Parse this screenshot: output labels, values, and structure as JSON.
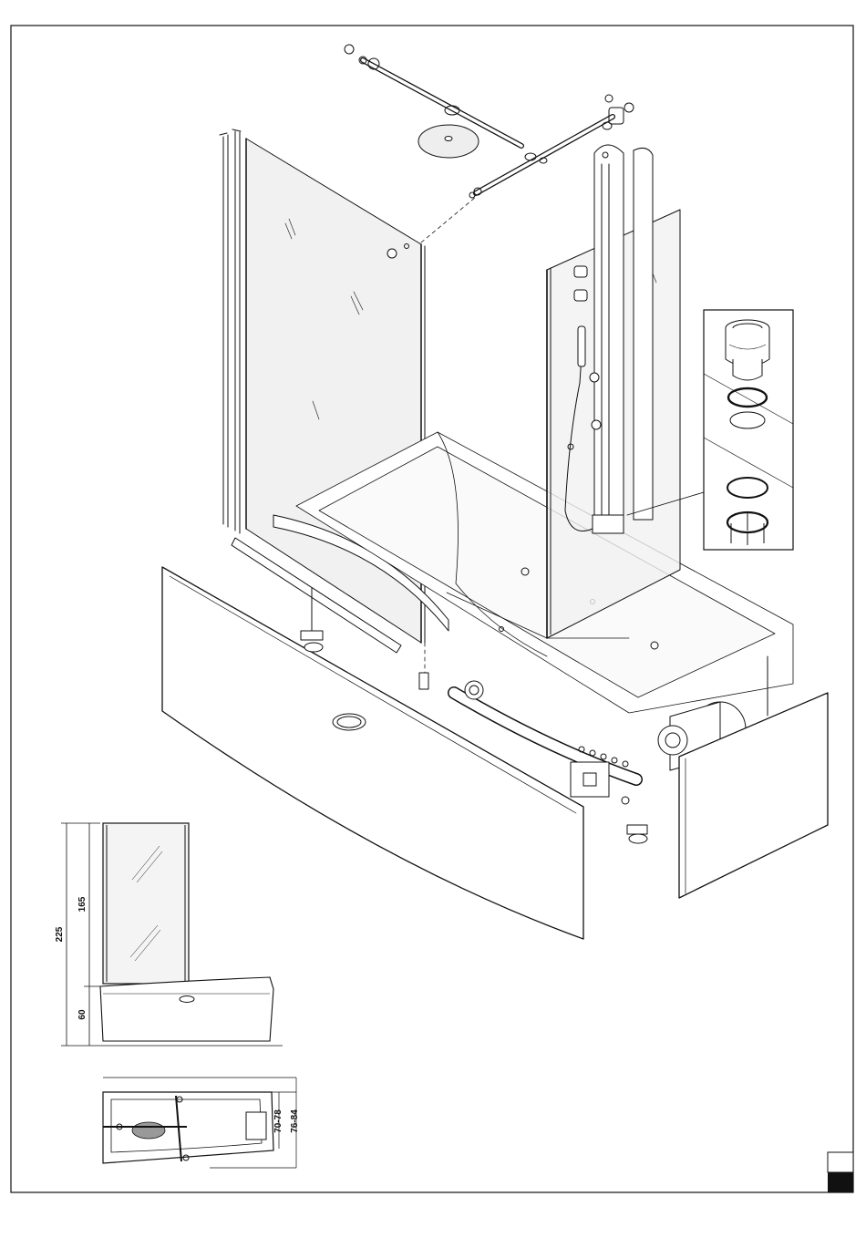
{
  "dimensions": {
    "total_height": "225",
    "enclosure_height": "165",
    "tub_height": "60",
    "depth_inner": "70-78",
    "depth_outer": "76-84"
  },
  "colors": {
    "line": "#111111",
    "glass": "#f1f1f1",
    "corner_mark": "#111111"
  },
  "icons": [
    "exploded-assembly-view",
    "detail-inset-fitting",
    "side-elevation",
    "plan-view"
  ]
}
